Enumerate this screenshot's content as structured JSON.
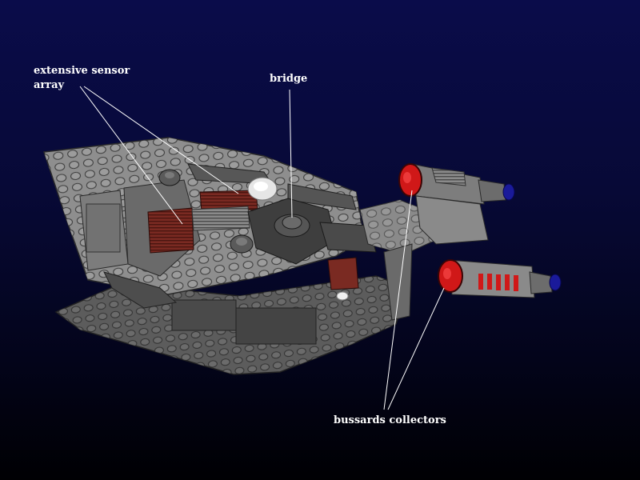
{
  "labels": {
    "sensor_line1": "extensive sensor",
    "sensor_line2": "array",
    "bridge": "bridge",
    "bussards": "bussards collectors"
  },
  "colors": {
    "hull": "#8e8e8e",
    "hull_dark": "#5c5c5c",
    "hull_shadow": "#3f3f3f",
    "accent_red": "#7a2a22",
    "bussard_red": "#d01818",
    "engine_glow": "#1a1a9a",
    "leader_line": "#ffffff"
  }
}
